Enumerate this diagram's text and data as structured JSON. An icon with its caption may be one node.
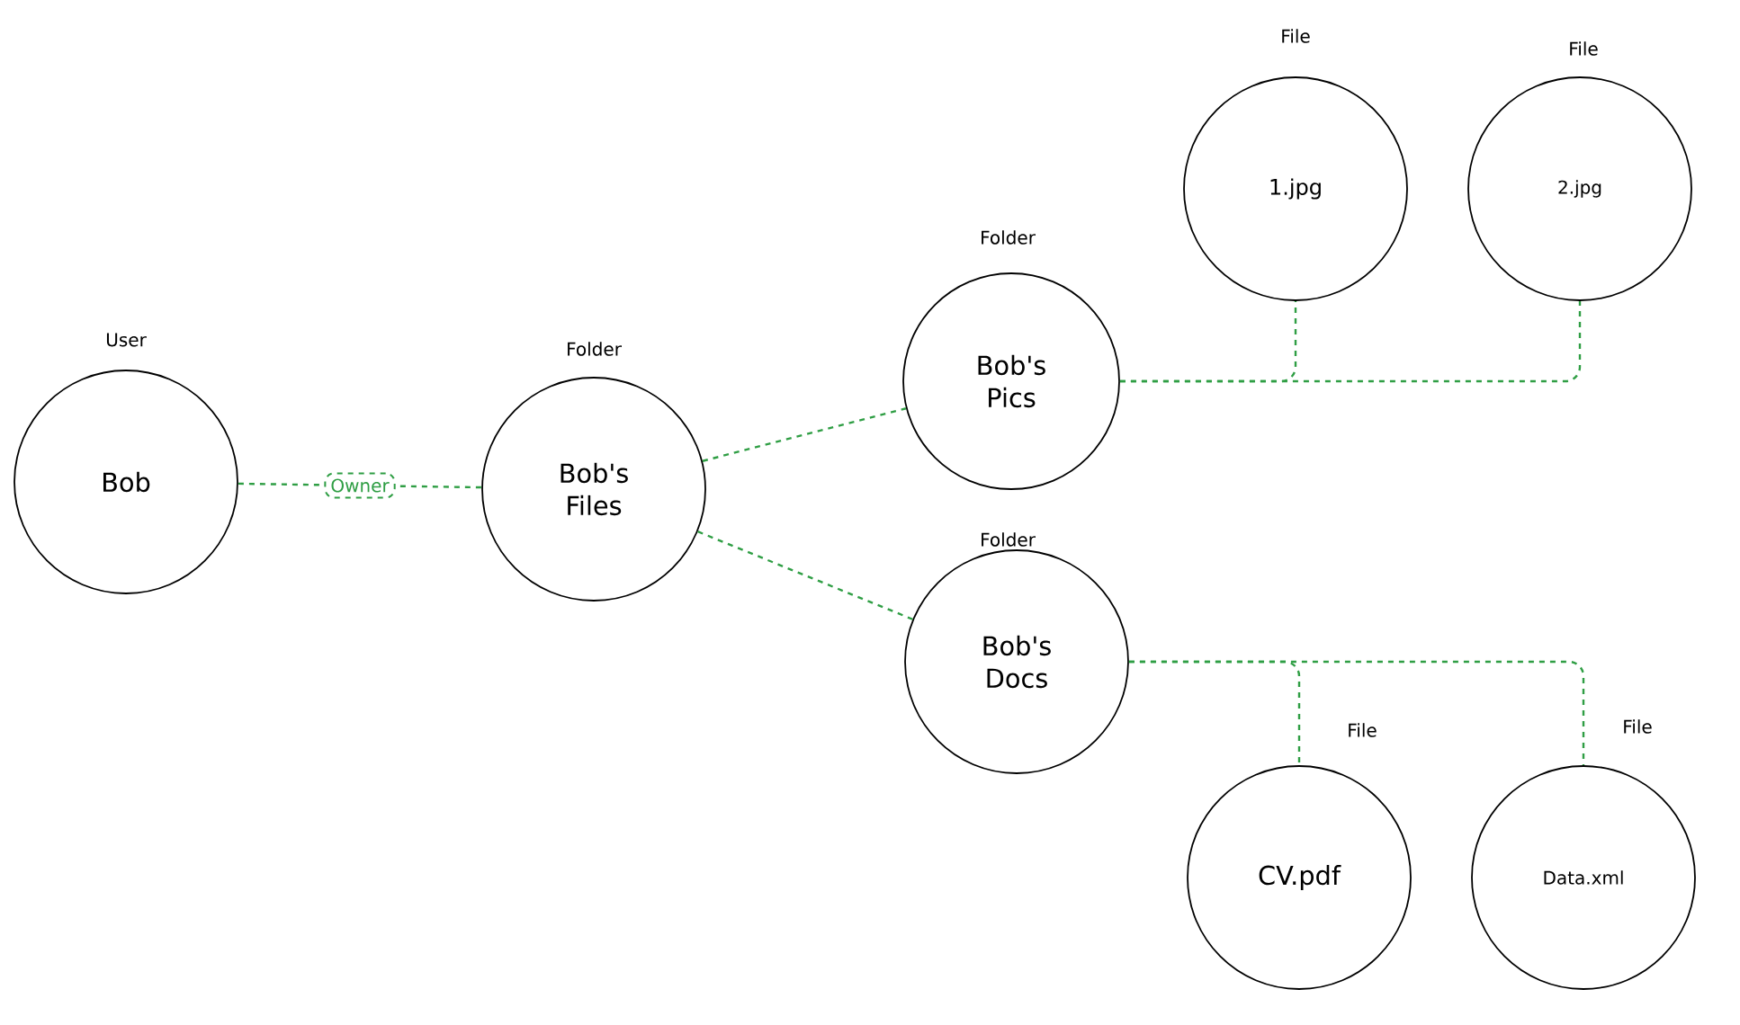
{
  "diagram": {
    "nodes": [
      {
        "text": [
          "Bob"
        ],
        "beside": [
          "User"
        ]
      },
      {
        "text": [
          "Bob's Files"
        ],
        "beside": [
          "Folder"
        ]
      },
      {
        "text": [
          "Bob's Pics"
        ],
        "beside": [
          "Folder"
        ]
      },
      {
        "text": [
          "Bob's Docs"
        ],
        "beside": [
          "Folder"
        ]
      },
      {
        "text": [
          "1.jpg"
        ],
        "beside": [
          "File"
        ]
      },
      {
        "text": [
          "2.jpg"
        ],
        "beside": [
          "File"
        ]
      },
      {
        "text": [
          "CV.pdf"
        ],
        "beside": [
          "File"
        ]
      },
      {
        "text": [
          "Data.xml"
        ],
        "beside": [
          "File"
        ]
      }
    ],
    "edges": [
      {
        "from": 0,
        "to": 1,
        "arrow": "none",
        "label": "Owner"
      },
      {
        "from": 1,
        "to": 2,
        "arrow": "none"
      },
      {
        "from": 1,
        "to": 3,
        "arrow": "none"
      },
      {
        "from": 2,
        "to": 4,
        "arrow": "none"
      },
      {
        "from": 2,
        "to": 5,
        "arrow": "none"
      },
      {
        "from": 3,
        "to": 6,
        "arrow": "none"
      },
      {
        "from": 3,
        "to": 7,
        "arrow": "none"
      }
    ]
  }
}
